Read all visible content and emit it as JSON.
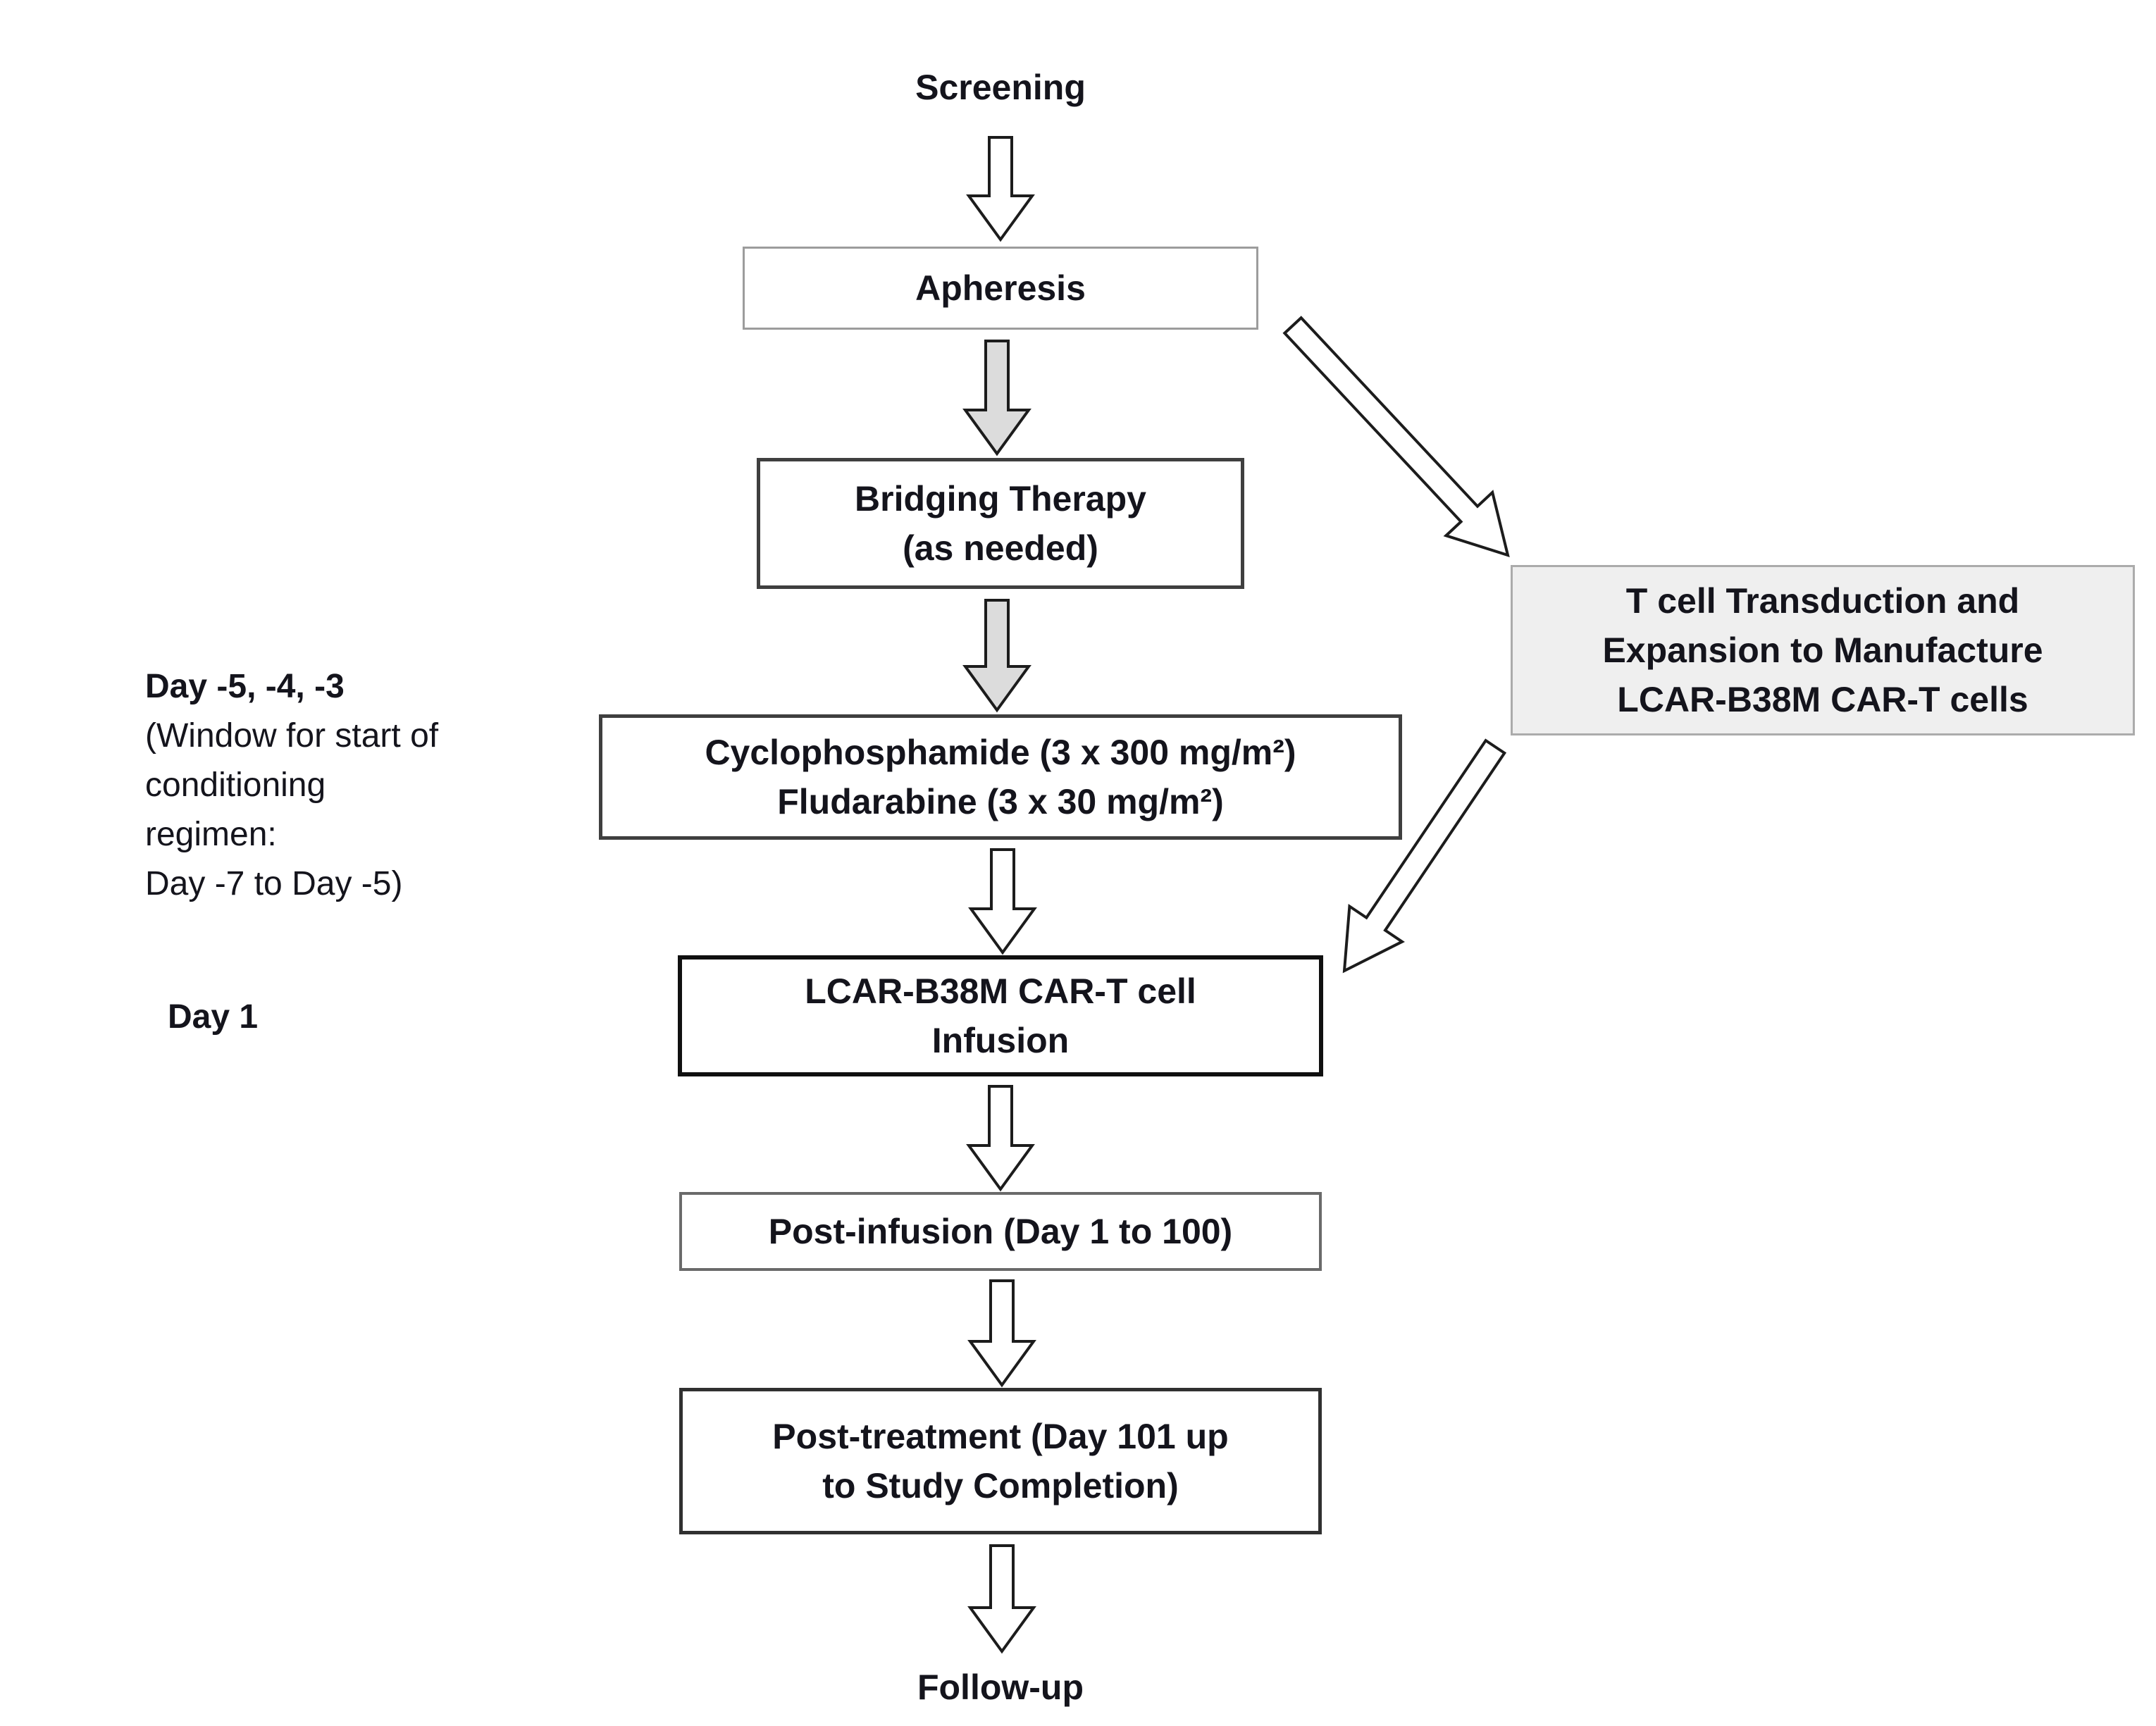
{
  "labels": {
    "screening": "Screening",
    "follow_up": "Follow-up"
  },
  "boxes": {
    "apheresis": {
      "lines": [
        "Apheresis"
      ]
    },
    "bridging_therapy": {
      "lines": [
        "Bridging Therapy",
        "(as needed)"
      ]
    },
    "conditioning": {
      "lines": [
        "Cyclophosphamide (3 x 300 mg/m²)",
        "Fludarabine (3 x 30 mg/m²)"
      ]
    },
    "t_cell_manufacture": {
      "lines": [
        "T cell Transduction and",
        "Expansion to Manufacture",
        "LCAR-B38M CAR-T cells"
      ]
    },
    "infusion": {
      "lines": [
        "LCAR-B38M CAR-T cell",
        "Infusion"
      ]
    },
    "post_infusion": {
      "lines": [
        "Post-infusion (Day 1 to 100)"
      ]
    },
    "post_treatment": {
      "lines": [
        "Post-treatment (Day 101 up",
        "to Study Completion)"
      ]
    }
  },
  "annotations": {
    "conditioning_window": {
      "lines": [
        "Day -5, -4, -3",
        "(Window for start of",
        "conditioning",
        "regimen:",
        "Day -7 to Day -5)"
      ]
    },
    "day1": "Day 1"
  },
  "colors": {
    "arrow_white_fill": "#ffffff",
    "arrow_gray_fill": "#dcdcdc",
    "arrow_outline": "#1c1c1c",
    "t_cell_box_fill": "#efefef",
    "text": "#14141c",
    "background": "#ffffff"
  }
}
